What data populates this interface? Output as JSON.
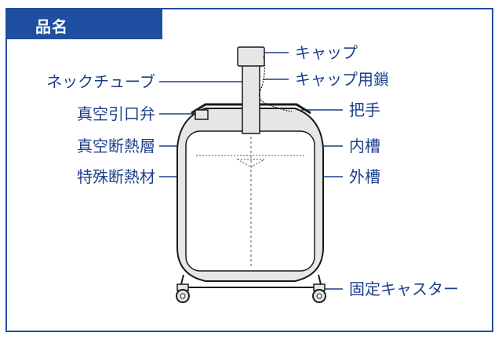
{
  "header": {
    "title": "品名"
  },
  "labels": {
    "cap": "キャップ",
    "neck_tube": "ネックチューブ",
    "cap_chain": "キャップ用鎖",
    "vacuum_valve": "真空引口弁",
    "handle": "把手",
    "vacuum_insulation": "真空断熱層",
    "inner_tank": "内槽",
    "special_insulation": "特殊断熱材",
    "outer_tank": "外槽",
    "caster": "固定キャスター"
  },
  "colors": {
    "accent": "#1f4fa0",
    "label": "#1d3f8a",
    "line": "#1a1a1a",
    "fill": "#e6e6e6"
  }
}
